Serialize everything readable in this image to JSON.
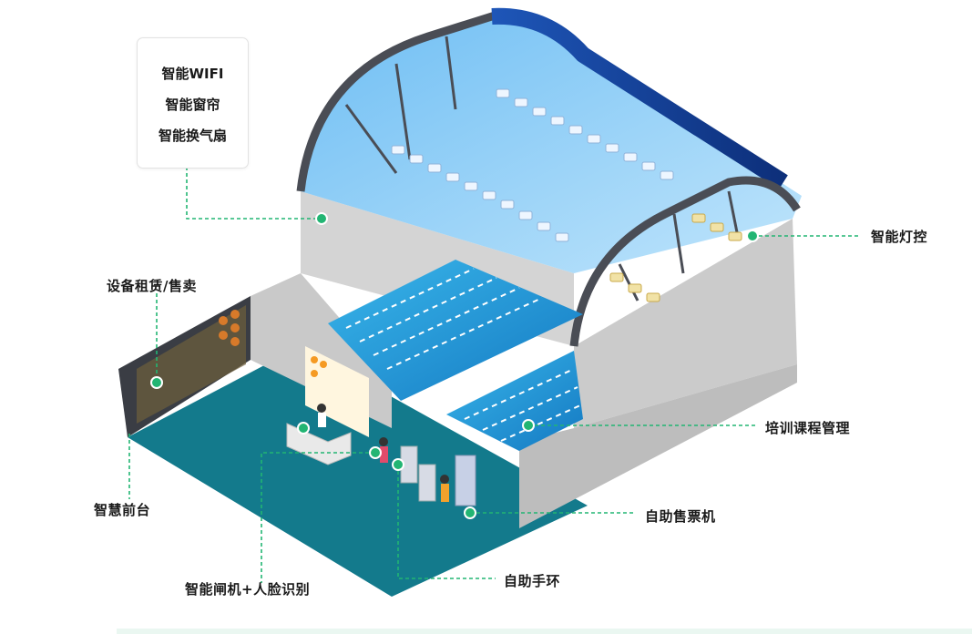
{
  "info_box": {
    "lines": [
      "智能WIFI",
      "智能窗帘",
      "智能换气扇"
    ]
  },
  "callouts": {
    "lighting": "智能灯控",
    "rental": "设备租赁/售卖",
    "training": "培训课程管理",
    "front_desk": "智慧前台",
    "ticket_machine": "自助售票机",
    "wristband": "自助手环",
    "gate": "智能闸机+人脸识别"
  },
  "colors": {
    "connector": "#22b573",
    "roof_blue": "#1f5fc4",
    "pool_water": "#1aa0dc",
    "floor": "#137a8c",
    "wall": "#cfcfcf"
  }
}
